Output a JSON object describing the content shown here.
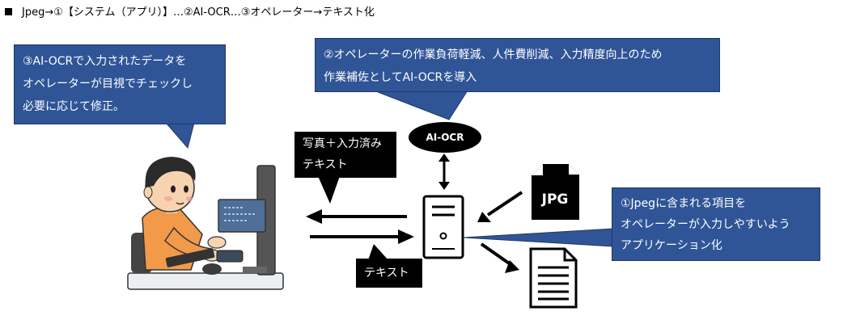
{
  "title": "Jpeg→①【システム（アプリ）】…②AI-OCR…③オペレーター→テキスト化",
  "callouts": {
    "operator_check": [
      "③AI-OCRで入力されたデータを",
      "オペレーターが目視でチェックし",
      "必要に応じて修正。"
    ],
    "aiocr_purpose": [
      "②オペレーターの作業負荷軽減、人件費削減、入力精度向上のため",
      "作業補佐としてAI-OCRを導入"
    ],
    "app_conversion": [
      "①Jpegに含まれる項目を",
      "オペレーターが入力しやすいよう",
      "アプリケーション化"
    ]
  },
  "labels": {
    "photo_text": [
      "写真＋入力済み",
      "テキスト"
    ],
    "text_only": "テキスト",
    "aiocr": "AI-OCR",
    "jpg_icon": "JPG"
  },
  "colors": {
    "callout": "#2f5597",
    "bubble": "#000000",
    "monitor_screen": "#4f6f98",
    "shirt": "#f29a4a",
    "skin": "#f7d3b0",
    "hair": "#2b2b2b"
  },
  "icons": [
    "operator-illustration",
    "server-icon",
    "jpg-file-icon",
    "text-document-icon"
  ]
}
